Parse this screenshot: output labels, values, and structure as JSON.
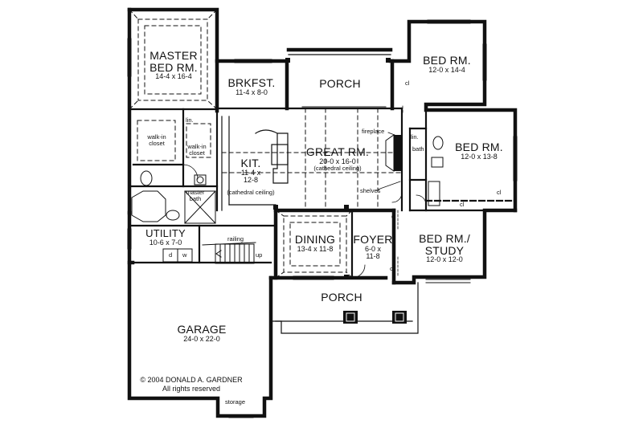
{
  "rooms": {
    "master": {
      "name_1": "MASTER",
      "name_2": "BED RM.",
      "dims": "14-4 x 16-4"
    },
    "brkfst": {
      "name": "BRKFST.",
      "dims": "11-4 x 8-0"
    },
    "porch_rear": {
      "name": "PORCH"
    },
    "bed2": {
      "name": "BED RM.",
      "dims": "12-0 x 14-4"
    },
    "bed3": {
      "name": "BED RM.",
      "dims": "12-0 x 13-8"
    },
    "great": {
      "name": "GREAT RM.",
      "dims": "20-0 x 16-0",
      "note": "(cathedral ceiling)"
    },
    "kit": {
      "name": "KIT.",
      "dims_1": "11-4 x",
      "dims_2": "12-8",
      "note": "(cathedral ceiling)"
    },
    "dining": {
      "name": "DINING",
      "dims": "13-4 x 11-8"
    },
    "foyer": {
      "name": "FOYER",
      "dims_1": "6-0 x",
      "dims_2": "11-8"
    },
    "study": {
      "name_1": "BED RM./",
      "name_2": "STUDY",
      "dims": "12-0 x 12-0"
    },
    "utility": {
      "name": "UTILITY",
      "dims": "10-6 x 7-0"
    },
    "porch_front": {
      "name": "PORCH"
    },
    "garage": {
      "name": "GARAGE",
      "dims": "24-0 x 22-0"
    }
  },
  "small_labels": {
    "walkin_1a": "walk-in",
    "walkin_1b": "closet",
    "walkin_2a": "walk-in",
    "walkin_2b": "closet",
    "lin_1": "lin.",
    "lin_2": "lin.",
    "master_bath_1": "master",
    "master_bath_2": "bath",
    "bath": "bath",
    "fireplace": "fireplace",
    "shelves": "shelves",
    "railing": "railing",
    "up": "up",
    "d": "d",
    "w": "w",
    "cl_1": "cl",
    "cl_2": "cl",
    "cl_3": "cl",
    "cl_4": "cl",
    "cl_5": "cl",
    "storage": "storage"
  },
  "copyright": {
    "line_1": "© 2004 DONALD A. GARDNER",
    "line_2": "All rights reserved"
  }
}
